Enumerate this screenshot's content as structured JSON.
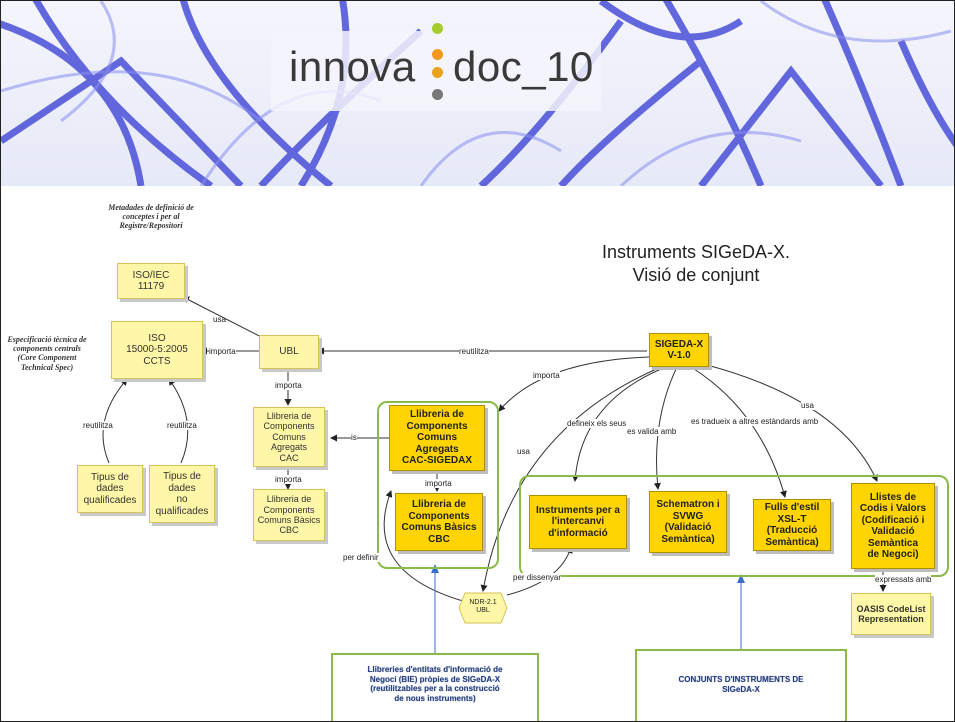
{
  "banner": {
    "brand_left": "innova",
    "brand_right": "doc_10"
  },
  "title": {
    "line1": "Instruments SIGeDA-X.",
    "line2": "Visió de conjunt"
  },
  "notes": {
    "metadades": "Metadades de definició de conceptes i per al Registre/Repositori",
    "especificacio": "Especificació tècnica de components centrals (Core Component Technical Spec)"
  },
  "nodes": {
    "iso11179": [
      "ISO/IEC",
      "11179"
    ],
    "iso15000": [
      "ISO",
      "15000-5:2005",
      "CCTS"
    ],
    "ubl": "UBL",
    "lib_cac": [
      "Llibreria de",
      "Components",
      "Comuns",
      "Agregats",
      "CAC"
    ],
    "lib_cbc": [
      "Llibreria de",
      "Components",
      "Comuns Bàsics",
      "CBC"
    ],
    "tipus_qual": [
      "Tipus de",
      "dades",
      "qualificades"
    ],
    "tipus_noqual": [
      "Tipus de",
      "dades",
      "no",
      "qualificades"
    ],
    "sigeda_lib_cac": [
      "Llibreria de",
      "Components",
      "Comuns",
      "Agregats",
      "CAC-SIGEDAX"
    ],
    "sigeda_lib_cbc": [
      "Llibreria de",
      "Components",
      "Comuns Bàsics",
      "CBC"
    ],
    "sigedax": [
      "SIGEDA-X",
      "V-1.0"
    ],
    "instruments": [
      "Instruments per a",
      "l'intercanvi",
      "d'informació"
    ],
    "schematron": [
      "Schematron i",
      "SVWG",
      "(Validació",
      "Semàntica)"
    ],
    "fulls": [
      "Fulls d'estil",
      "XSL-T",
      "(Traducció",
      "Semàntica)"
    ],
    "llistes": [
      "Llistes de",
      "Codis i Valors",
      "(Codificació i",
      "Validació",
      "Semàntica",
      "de Negoci)"
    ],
    "oasis": [
      "OASIS CodeList",
      "Representation"
    ],
    "ndr": [
      "NDR-2.1",
      "UBL"
    ]
  },
  "edges": {
    "usa": "usa",
    "importa": "importa",
    "reutilitza": "reutilitza",
    "is": "is",
    "defineix": "defineix els seus",
    "valida": "es valida amb",
    "tradueix": "es tradueix a altres estàndards amb",
    "per_definir": "per definir",
    "per_dissenyar": "per dissenyar",
    "expressats": "expressats amb"
  },
  "callouts": {
    "left": [
      "Llibreries d'entitats d'informació de",
      "Negoci (BIE) pròpies de SIGeDA-X",
      "(reutilitzables per a la construcció",
      "de nous instruments)"
    ],
    "right": [
      "CONJUNTS D'INSTRUMENTS DE",
      "SIGeDA-X"
    ]
  }
}
